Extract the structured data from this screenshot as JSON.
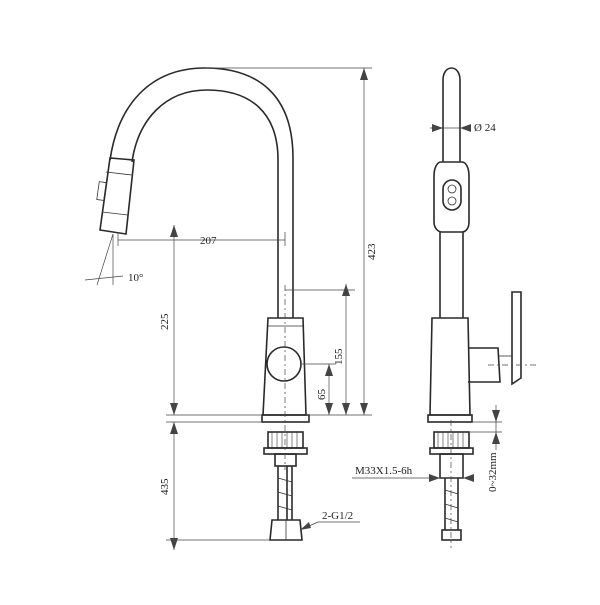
{
  "drawing": {
    "labels": {
      "spout_reach": "207",
      "overall_height": "423",
      "spout_height": "225",
      "handle_height": "155",
      "handle_base_height": "65",
      "hose_length": "435",
      "spray_angle": "10°",
      "spout_diameter": "Ø 24",
      "thread_spec": "M33X1.5-6h",
      "deck_thickness": "0~32mm",
      "inlet_thread": "2-G1/2"
    },
    "colors": {
      "line": "#2a2a2a",
      "background": "#ffffff"
    }
  }
}
